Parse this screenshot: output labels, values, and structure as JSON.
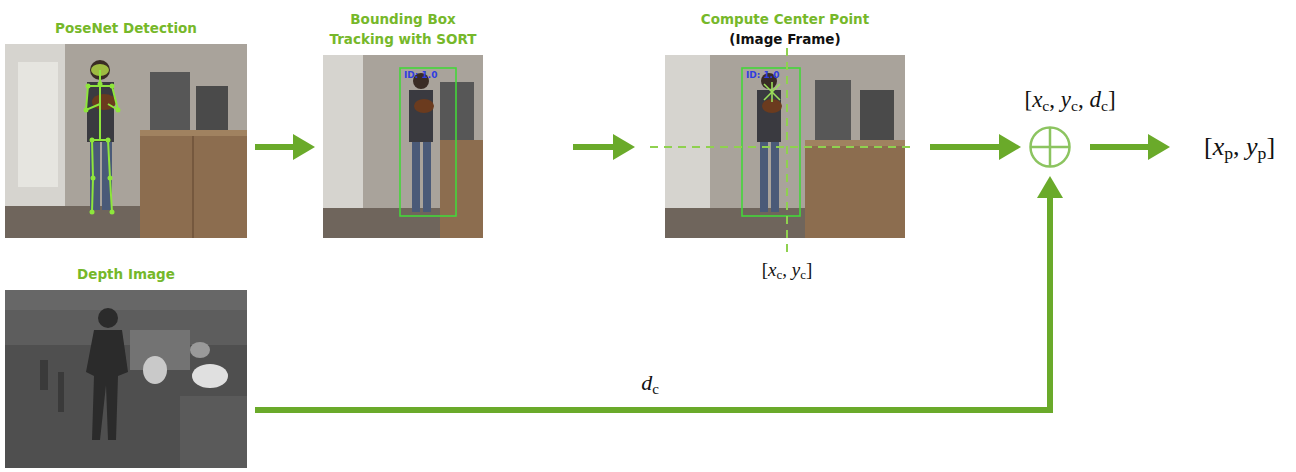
{
  "diagram": {
    "nodes": [
      {
        "text": [
          "PoseNet Detection"
        ]
      },
      {
        "text": [
          "Bounding Box Tracking with SORT"
        ]
      },
      {
        "text": [
          "Compute Center Point",
          "(Image Frame)"
        ]
      },
      {
        "text": [
          "Depth Image"
        ]
      },
      {
        "text": [
          "[xc, yc, dc]"
        ]
      },
      {
        "text": [
          "[xp, yp]"
        ]
      }
    ],
    "edges": [
      {
        "from": 0,
        "to": 1,
        "arrow": "to"
      },
      {
        "from": 1,
        "to": 2,
        "arrow": "to"
      },
      {
        "from": 2,
        "to": 4,
        "arrow": "to"
      },
      {
        "from": 3,
        "to": 4,
        "arrow": "to",
        "label": "dc"
      },
      {
        "from": 4,
        "to": 5,
        "arrow": "to"
      }
    ],
    "labels": [
      "[xc, yc]",
      "ID: 1.0",
      "ID: 1.0"
    ]
  }
}
